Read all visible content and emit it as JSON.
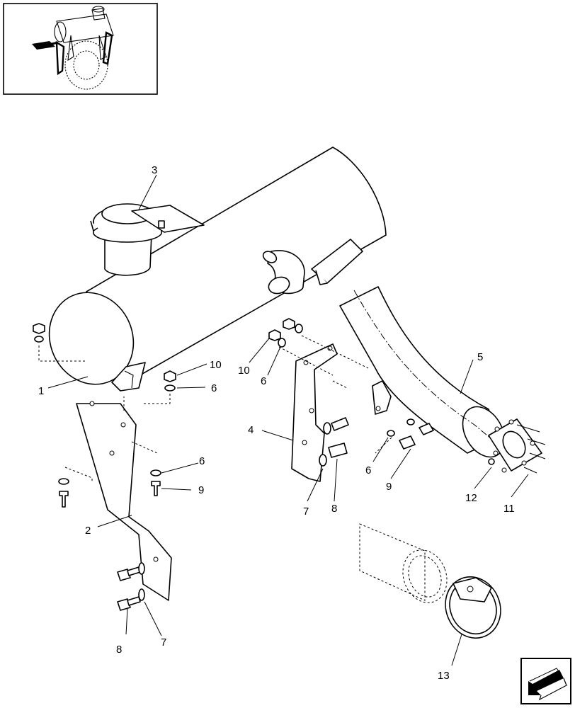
{
  "callouts": {
    "c1": "1",
    "c2": "2",
    "c3": "3",
    "c4": "4",
    "c5": "5",
    "c6a": "6",
    "c6b": "6",
    "c6c": "6",
    "c6d": "6",
    "c7a": "7",
    "c7b": "7",
    "c8a": "8",
    "c8b": "8",
    "c9a": "9",
    "c9b": "9",
    "c10a": "10",
    "c10b": "10",
    "c11": "11",
    "c12": "12",
    "c13": "13"
  },
  "icons": {
    "thumbnail": "engine-location-thumbnail",
    "nav": "previous-page-arrow-icon"
  },
  "colors": {
    "line": "#000000",
    "background": "#ffffff"
  }
}
